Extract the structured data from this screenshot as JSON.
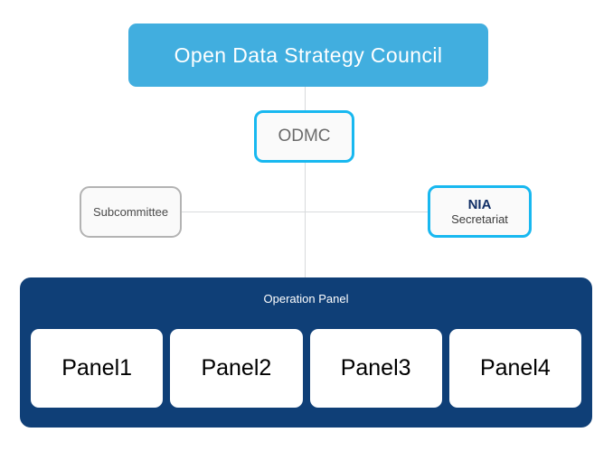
{
  "diagram": {
    "type": "organization-chart",
    "background_color": "#ffffff",
    "colors": {
      "council_fill": "#41aedf",
      "council_text": "#ffffff",
      "odmc_border": "#18b8f0",
      "odmc_text": "#6b6b6b",
      "subcommittee_border": "#b3b3b3",
      "subcommittee_text": "#4a4a4a",
      "nia_border": "#18b8f0",
      "nia_title_text": "#112f66",
      "nia_sub_text": "#3c3c3c",
      "operation_fill": "#0f3f77",
      "operation_text": "#ffffff",
      "panel_fill": "#ffffff",
      "panel_text": "#000000",
      "connector_line": "#d8dadc"
    },
    "council": {
      "label": "Open Data Strategy Council"
    },
    "odmc": {
      "label": "ODMC"
    },
    "subcommittee": {
      "label": "Subcommittee"
    },
    "nia": {
      "title": "NIA",
      "subtitle": "Secretariat"
    },
    "operation": {
      "title": "Operation Panel",
      "panels": [
        {
          "label": "Panel1"
        },
        {
          "label": "Panel2"
        },
        {
          "label": "Panel3"
        },
        {
          "label": "Panel4"
        }
      ]
    }
  }
}
